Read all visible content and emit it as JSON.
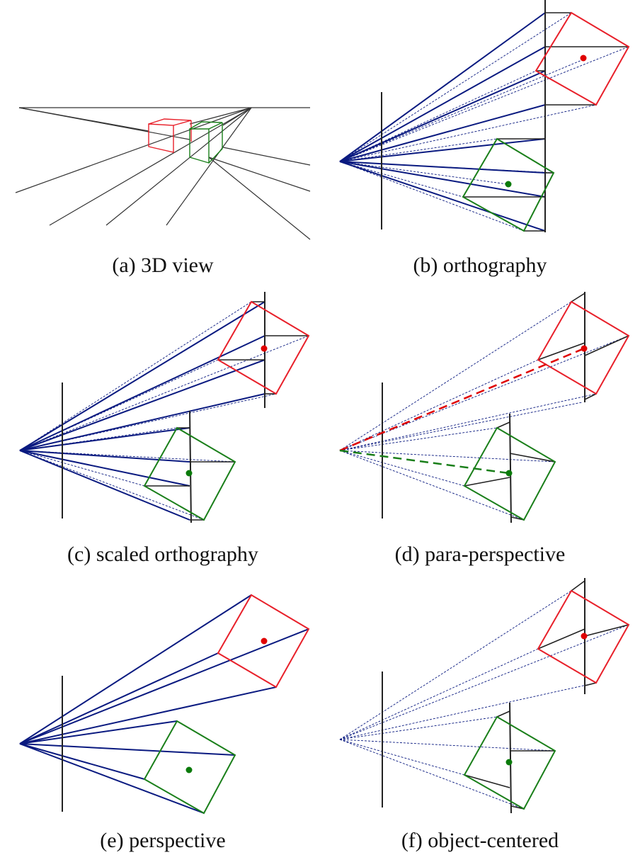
{
  "figure": {
    "panels": [
      {
        "id": "a",
        "caption": "(a) 3D view"
      },
      {
        "id": "b",
        "caption": "(b) orthography"
      },
      {
        "id": "c",
        "caption": "(c) scaled orthography"
      },
      {
        "id": "d",
        "caption": "(d) para-perspective"
      },
      {
        "id": "e",
        "caption": "(e) perspective"
      },
      {
        "id": "f",
        "caption": "(f) object-centered"
      }
    ],
    "colors": {
      "projection_ray": "#0a1a80",
      "object_red": "#e8202a",
      "object_green": "#1a7f1a",
      "axis_black": "#222222",
      "centroid_red": "#e00000",
      "centroid_green": "#0a7a0a"
    }
  }
}
